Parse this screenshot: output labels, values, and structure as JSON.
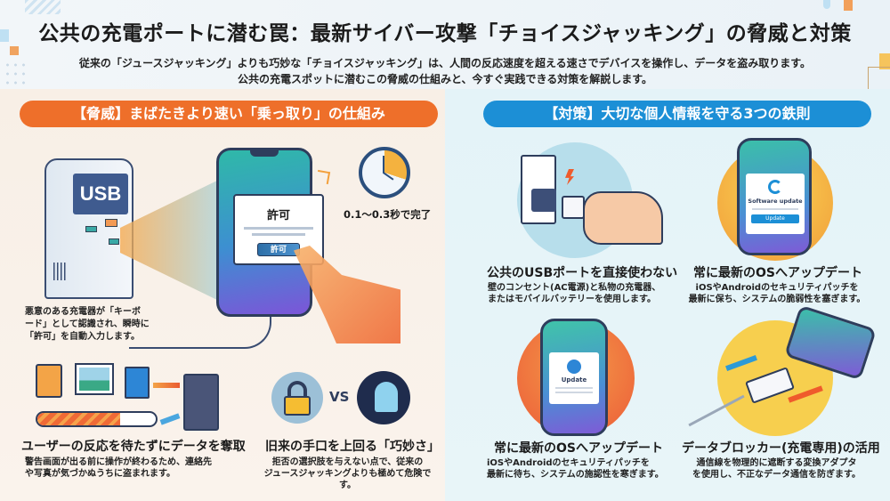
{
  "header": {
    "title": "公共の充電ポートに潜む罠：最新サイバー攻撃「チョイスジャッキング」の脅威と対策",
    "subtitle_line1": "従来の「ジュースジャッキング」よりも巧妙な「チョイスジャッキング」は、人間の反応速度を超える速さでデバイスを操作し、データを盗み取ります。",
    "subtitle_line2": "公共の充電スポットに潜むこの脅威の仕組みと、今すぐ実践できる対策を解説します。"
  },
  "threat": {
    "banner": "【脅威】まばたきより速い「乗っ取り」の仕組み",
    "usb_label": "USB",
    "dialog_title": "許可",
    "dialog_button": "許可",
    "timer_label": "0.1〜0.3秒で完了",
    "explain": [
      "悪意のある充電器が「キーボ",
      "ード」として認識され、瞬時に",
      "「許可」を自動入力します。"
    ],
    "point1": {
      "heading": "ユーザーの反応を待たずにデータを奪取",
      "lines": [
        "警告画面が出る前に操作が終わるため、連絡先",
        "や写真が気づかぬうちに盗まれます。"
      ]
    },
    "point2": {
      "heading": "旧来の手口を上回る「巧妙さ」",
      "vs": "VS",
      "lines": [
        "拒否の選択肢を与えない点で、従来の",
        "ジュースジャッキングよりも極めて危険です。"
      ]
    }
  },
  "countermeasures": {
    "banner": "【対策】大切な個人情報を守る3つの鉄則",
    "items": [
      {
        "heading": "公共のUSBポートを直接使わない",
        "lines": [
          "壁のコンセント(AC電源)と私物の充電器、",
          "またはモバイルバッテリーを使用します。"
        ]
      },
      {
        "heading": "常に最新のOSへアップデート",
        "lines": [
          "iOSやAndroidのセキュリティパッチを",
          "最新に保ち、システムの脆弱性を塞ぎます。"
        ],
        "screen_title": "Software update",
        "screen_button": "Update"
      },
      {
        "heading": "常に最新のOSへアップデート",
        "lines": [
          "iOSやAndroidのセキュリティパッチを",
          "最新に待ち、システムの施認性を寒ぎます。"
        ],
        "screen_title": "Update"
      },
      {
        "heading": "データブロッカー(充電専用)の活用",
        "lines": [
          "通信線を物理的に遮断する変換アダプタ",
          "を使用し、不正なデータ通信を防ぎます。"
        ]
      }
    ]
  },
  "colors": {
    "orange": "#ee6f2a",
    "blue": "#1c8fd6",
    "navy": "#2e3d5c"
  }
}
